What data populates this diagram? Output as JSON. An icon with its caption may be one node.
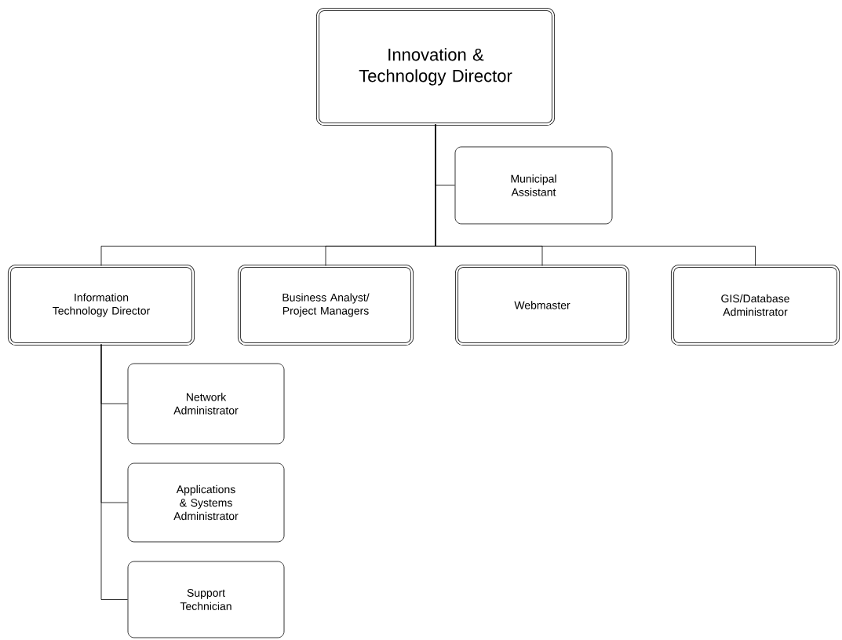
{
  "diagram": {
    "nodes": [
      {
        "text": [
          "Innovation & Technology Director"
        ]
      },
      {
        "text": [
          "Municipal Assistant"
        ]
      },
      {
        "text": [
          "Information Technology Director"
        ]
      },
      {
        "text": [
          "Business Analyst/ Project Managers"
        ]
      },
      {
        "text": [
          "Webmaster"
        ]
      },
      {
        "text": [
          "GIS/Database Administrator"
        ]
      },
      {
        "text": [
          "Network Administrator"
        ]
      },
      {
        "text": [
          "Applications & Systems Administrator"
        ]
      },
      {
        "text": [
          "Support Technician"
        ]
      }
    ],
    "edges": [
      {
        "from": 0,
        "to": 1,
        "arrow": "none"
      },
      {
        "from": 0,
        "to": 2,
        "arrow": "none"
      },
      {
        "from": 0,
        "to": 3,
        "arrow": "none"
      },
      {
        "from": 0,
        "to": 4,
        "arrow": "none"
      },
      {
        "from": 0,
        "to": 5,
        "arrow": "none"
      },
      {
        "from": 2,
        "to": 6,
        "arrow": "none"
      },
      {
        "from": 2,
        "to": 7,
        "arrow": "none"
      },
      {
        "from": 2,
        "to": 8,
        "arrow": "none"
      }
    ]
  }
}
